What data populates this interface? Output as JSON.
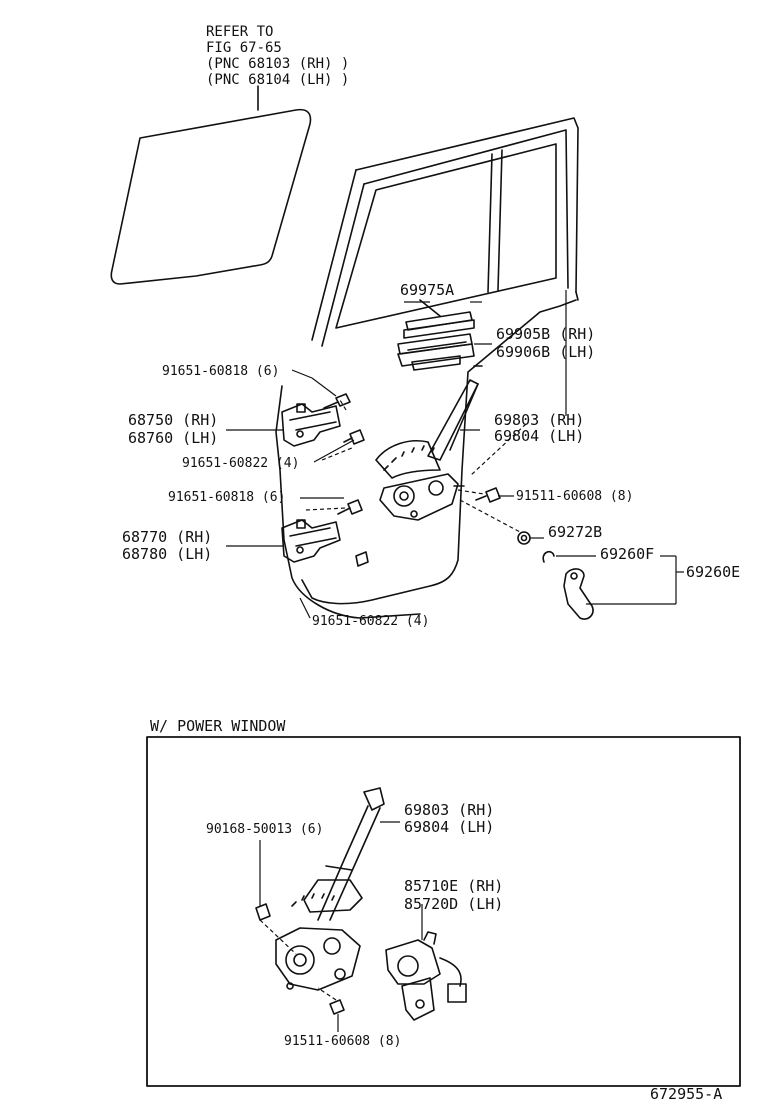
{
  "refer": {
    "line1": "REFER TO",
    "line2": "FIG 67-65",
    "line3": "(PNC 68103 (RH) )",
    "line4": "(PNC 68104 (LH) )"
  },
  "parts": {
    "p69975a": "69975A",
    "p69905b": "69905B (RH)",
    "p69906b": "69906B (LH)",
    "p91651_60818_a": "91651-60818 (6)",
    "p68750": "68750 (RH)",
    "p68760": "68760 (LH)",
    "p91651_60822_a": "91651-60822 (4)",
    "p69803": "69803 (RH)",
    "p69804": "69804 (LH)",
    "p91511_60608": "91511-60608 (8)",
    "p91651_60818_b": "91651-60818 (6)",
    "p68770": "68770 (RH)",
    "p68780": "68780 (LH)",
    "p69272b": "69272B",
    "p69260f": "69260F",
    "p69260e": "69260E",
    "p91651_60822_b": "91651-60822 (4)"
  },
  "power_window": {
    "title": "W/ POWER WINDOW",
    "p69803": "69803 (RH)",
    "p69804": "69804 (LH)",
    "p90168": "90168-50013 (6)",
    "p85710e": "85710E (RH)",
    "p85720d": "85720D (LH)",
    "p91511": "91511-60608 (8)"
  },
  "figure_id": "672955-A"
}
